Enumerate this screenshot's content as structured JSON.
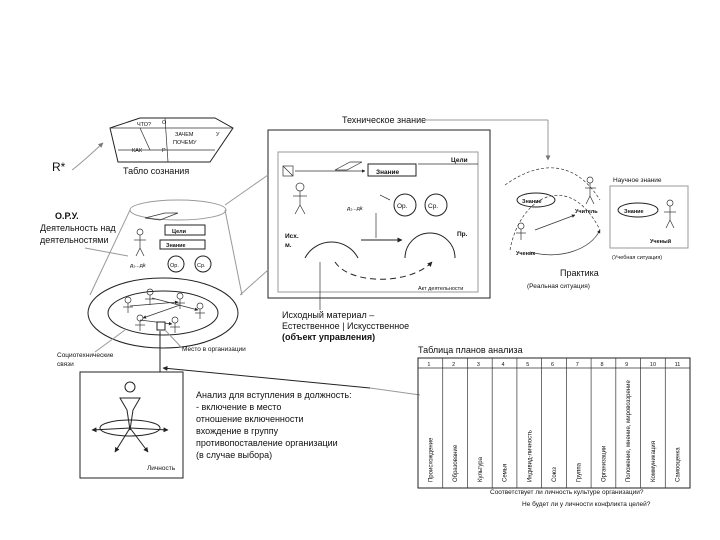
{
  "labels": {
    "r_star": "R*",
    "tablo_chto": "ЧТО?",
    "tablo_o": "О",
    "tablo_zachem": "ЗАЧЕМ",
    "tablo_pochemu": "ПОЧЕМУ",
    "tablo_u": "У",
    "tablo_kak": "КАК",
    "tablo_r": "Р",
    "tablo_caption": "Табло сознания",
    "oru": "О.Р.У.",
    "deyat_1": "Деятельность над",
    "deyat_2": "деятельностями",
    "cone_celi": "Цели",
    "cone_znanie": "Знание",
    "cone_d": "д₁...д𝑘",
    "cone_op": "Ор.",
    "cone_sr": "Ср.",
    "soc_1": "Социотехнические",
    "soc_2": "связи",
    "mesto": "Место в организации",
    "lichnost": "Личность",
    "tech_znanie": "Техническое знание",
    "box_celi": "Цели",
    "box_znanie": "Знание",
    "box_d": "д₁...д𝑘",
    "box_op": "Ор.",
    "box_sr": "Ср.",
    "box_isx_1": "Исх.",
    "box_isx_2": "м.",
    "box_pr": "Пр.",
    "akt": "Акт деятельности",
    "isx_mat_1": "Исходный материал –",
    "isx_mat_2": "Естественное | Искусственное",
    "isx_mat_3": "(объект управления)",
    "nauch_znanie": "Научное знание",
    "right_znanie_1": "Знание",
    "right_uchitel": "Учитель",
    "right_uchenik": "Ученик",
    "right_znanie_2": "Знание",
    "right_ucheny": "Ученый",
    "right_uchebn": "(Учебная ситуация)",
    "praktika": "Практика",
    "realn": "(Реальная ситуация)",
    "analiz_title": "Анализ для вступления в должность:",
    "analiz_items": [
      "- включение в место",
      "  отношение включенности",
      "  вхождение в группу",
      "  противопоставление организации",
      "  (в случае выбора)"
    ],
    "table_title": "Таблица планов анализа",
    "table_question_1": "Соответствует ли личность культуре организации?",
    "table_question_2": "Не будет ли у личности конфликта целей?"
  },
  "table": {
    "numbers": [
      "1",
      "2",
      "3",
      "4",
      "5",
      "6",
      "7",
      "8",
      "9",
      "10",
      "11"
    ],
    "columns": [
      "Происхождение",
      "Образование",
      "Культура",
      "Семья",
      "Индивид-личность",
      "Союз",
      "Группа",
      "Организации",
      "Положение, мнение, мировоззрение",
      "Коммуникация",
      "Самооценка"
    ]
  },
  "icons": {
    "figure": "person-icon",
    "arrow": "arrow-icon"
  },
  "colors": {
    "line": "#222222",
    "grey": "#999999"
  }
}
